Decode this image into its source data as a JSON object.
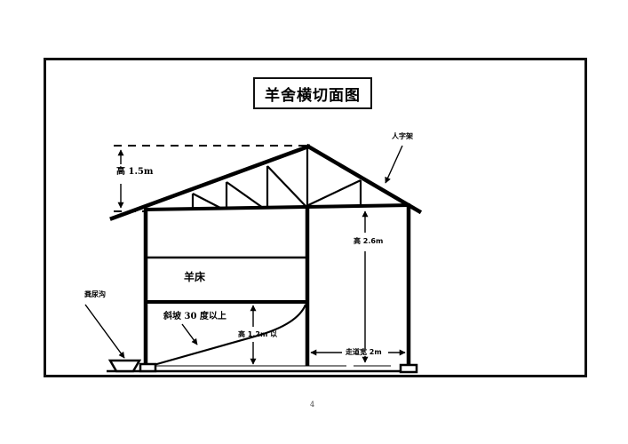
{
  "diagram": {
    "title": "羊舍横切面图",
    "labels": {
      "roof_truss": "人字架",
      "roof_height": "高 1.5m",
      "wall_height": "高 2.6m",
      "sheep_bed": "羊床",
      "slope": "斜坡 30 度以上",
      "bed_height": "高 1.2m 以",
      "aisle_width": "走道宽 2m",
      "manure_ditch": "粪尿沟"
    },
    "page_number": "4",
    "colors": {
      "line": "#000000",
      "frame": "#111111",
      "background": "#ffffff"
    }
  }
}
